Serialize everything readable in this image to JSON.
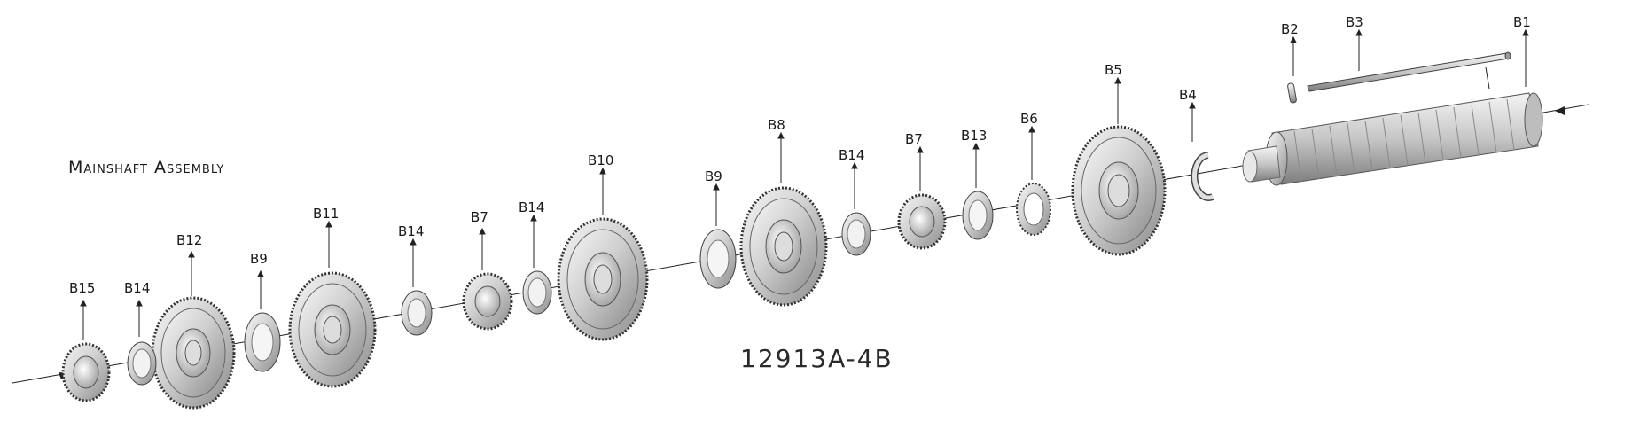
{
  "diagram": {
    "title": "Mainshaft Assembly",
    "part_number": "12913A-4B",
    "colors": {
      "metal_light": "#e6e6e6",
      "metal_mid": "#b5b5b5",
      "metal_dark": "#6a6a6a",
      "line": "#222222"
    },
    "components": [
      {
        "id": "c-b15",
        "label": "B15",
        "kind": "spur-gear",
        "stage_fill": ""
      },
      {
        "id": "c-b14a",
        "label": "B14",
        "kind": "ring",
        "stage_fill": ""
      },
      {
        "id": "c-b12",
        "label": "B12",
        "kind": "large-gear",
        "stage_fill": ""
      },
      {
        "id": "c-b9a",
        "label": "B9",
        "kind": "bearing",
        "stage_fill": ""
      },
      {
        "id": "c-b11",
        "label": "B11",
        "kind": "large-gear",
        "stage_fill": ""
      },
      {
        "id": "c-b14b",
        "label": "B14",
        "kind": "ring",
        "stage_fill": ""
      },
      {
        "id": "c-b7a",
        "label": "B7",
        "kind": "spur-gear",
        "stage_fill": ""
      },
      {
        "id": "c-b14c",
        "label": "B14",
        "kind": "ring",
        "stage_fill": ""
      },
      {
        "id": "c-b10",
        "label": "B10",
        "kind": "large-gear",
        "stage_fill": ""
      },
      {
        "id": "c-b9b",
        "label": "B9",
        "kind": "bearing",
        "stage_fill": ""
      },
      {
        "id": "c-b8",
        "label": "B8",
        "kind": "large-gear",
        "stage_fill": ""
      },
      {
        "id": "c-b14d",
        "label": "B14",
        "kind": "ring",
        "stage_fill": ""
      },
      {
        "id": "c-b7b",
        "label": "B7",
        "kind": "spur-gear",
        "stage_fill": ""
      },
      {
        "id": "c-b13",
        "label": "B13",
        "kind": "bearing",
        "stage_fill": ""
      },
      {
        "id": "c-b6",
        "label": "B6",
        "kind": "washer",
        "stage_fill": ""
      },
      {
        "id": "c-b5",
        "label": "B5",
        "kind": "large-gear",
        "stage_fill": ""
      },
      {
        "id": "c-b4",
        "label": "B4",
        "kind": "snap-ring",
        "stage_fill": ""
      },
      {
        "id": "c-b2",
        "label": "B2",
        "kind": "pin",
        "stage_fill": ""
      },
      {
        "id": "c-b3",
        "label": "B3",
        "kind": "rod",
        "stage_fill": ""
      },
      {
        "id": "c-b1",
        "label": "B1",
        "kind": "shaft",
        "stage_fill": ""
      }
    ]
  }
}
